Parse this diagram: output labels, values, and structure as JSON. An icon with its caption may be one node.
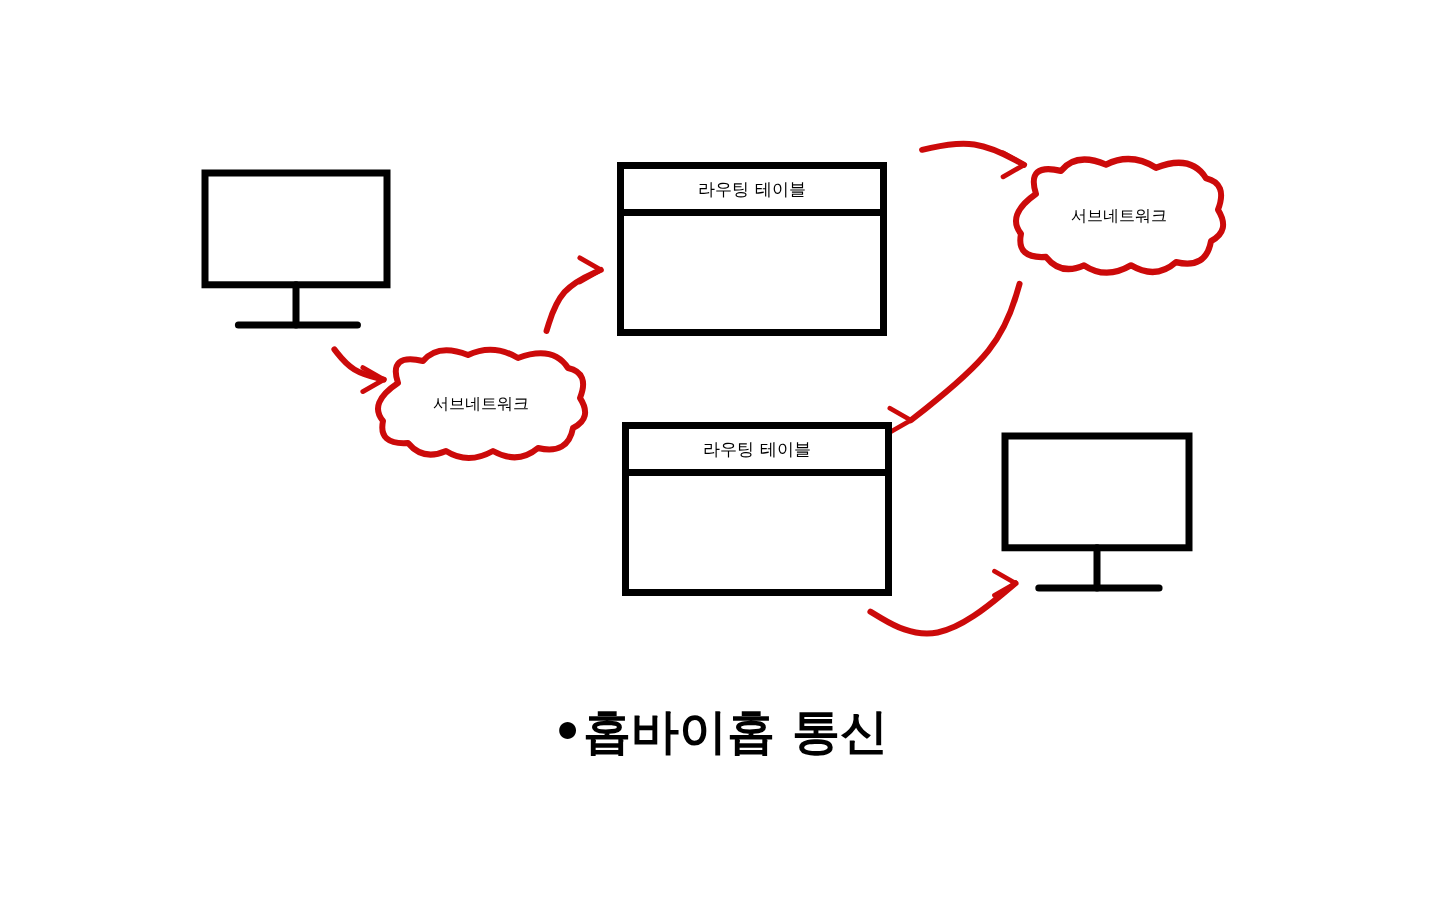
{
  "diagram": {
    "title": "•홉바이홉 통신",
    "nodes": [
      {
        "text": [],
        "shape": "monitor"
      },
      {
        "text": [
          "서브네트워크"
        ]
      },
      {
        "text": [
          "라우팅 테이블"
        ]
      },
      {
        "text": [
          "서브네트워크"
        ]
      },
      {
        "text": [
          "라우팅 테이블"
        ]
      },
      {
        "text": [],
        "shape": "monitor"
      }
    ],
    "edges": [
      {
        "from": 0,
        "to": 1,
        "arrow": "to"
      },
      {
        "from": 1,
        "to": 2,
        "arrow": "to"
      },
      {
        "from": 2,
        "to": 3,
        "arrow": "to"
      },
      {
        "from": 3,
        "to": 4,
        "arrow": "to"
      },
      {
        "from": 4,
        "to": 5,
        "arrow": "to"
      }
    ]
  }
}
